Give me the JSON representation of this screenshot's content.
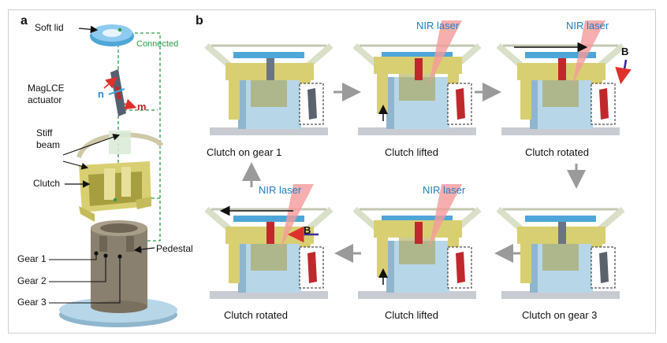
{
  "panels": {
    "a": "a",
    "b": "b"
  },
  "explode_labels": {
    "soft_lid": "Soft lid",
    "connected": "Connected",
    "actuator_line1": "MagLCE",
    "actuator_line2": "actuator",
    "n": "n",
    "m": "m",
    "stiff_line1": "Stiff",
    "stiff_line2": "beam",
    "clutch": "Clutch",
    "gear1": "Gear 1",
    "gear2": "Gear 2",
    "gear3": "Gear 3",
    "pedestal": "Pedestal"
  },
  "laser_label": "NIR laser",
  "field_label": "B",
  "steps": [
    {
      "caption": "Clutch on gear 1",
      "laser": false,
      "field": false,
      "lift": false
    },
    {
      "caption": "Clutch lifted",
      "laser": true,
      "field": false,
      "lift": true
    },
    {
      "caption": "Clutch rotated",
      "laser": true,
      "field": true,
      "lift": false
    },
    {
      "caption": "Clutch on gear 3",
      "laser": false,
      "field": false,
      "lift": false
    },
    {
      "caption": "Clutch lifted",
      "laser": true,
      "field": false,
      "lift": true
    },
    {
      "caption": "Clutch rotated",
      "laser": true,
      "field": true,
      "lift": false
    }
  ],
  "colors": {
    "clutch": "#d8cf72",
    "clutch_dark": "#a79f3f",
    "pedestal": "#b7d6e8",
    "pedestal_dark": "#8fb6cc",
    "lid": "#4ea6d8",
    "beam": "#d9e0c8",
    "laser": "#f59a9a",
    "actuator_red": "#c0282c",
    "connector": "#2e9a48",
    "flow_arrow": "#9a9a9a",
    "nir_text": "#1e7fc0",
    "field_arrow_red": "#e0302c",
    "field_arrow_blue": "#3a2a9a"
  }
}
